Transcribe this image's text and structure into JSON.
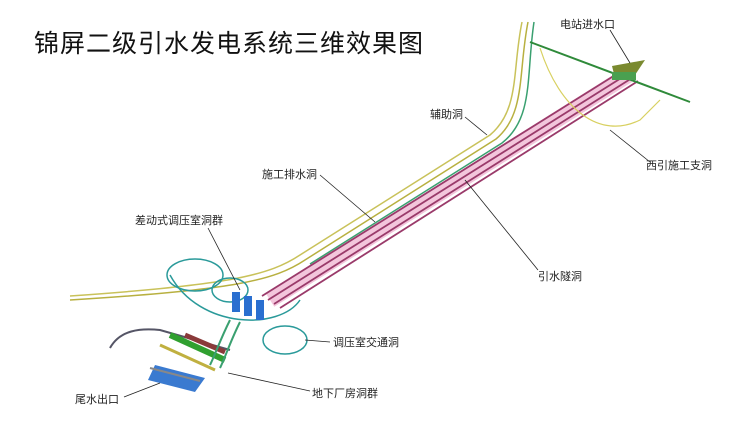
{
  "title": "锦屏二级引水发电系统三维效果图",
  "labels": {
    "intake": "电站进水口",
    "west_adit": "西引施工支洞",
    "aux_tunnel": "辅助洞",
    "drainage_tunnel": "施工排水洞",
    "surge_chamber": "差动式调压室洞群",
    "headrace": "引水隧洞",
    "surge_access": "调压室交通洞",
    "powerhouse": "地下厂房洞群",
    "tailrace_outlet": "尾水出口"
  },
  "colors": {
    "headrace": "#9a3a6a",
    "headrace_fill": "#f3c6dc",
    "aux": "#c9c25a",
    "drain": "#3aa070",
    "surge": "#2a9a9a",
    "blue": "#2a6fd0"
  }
}
